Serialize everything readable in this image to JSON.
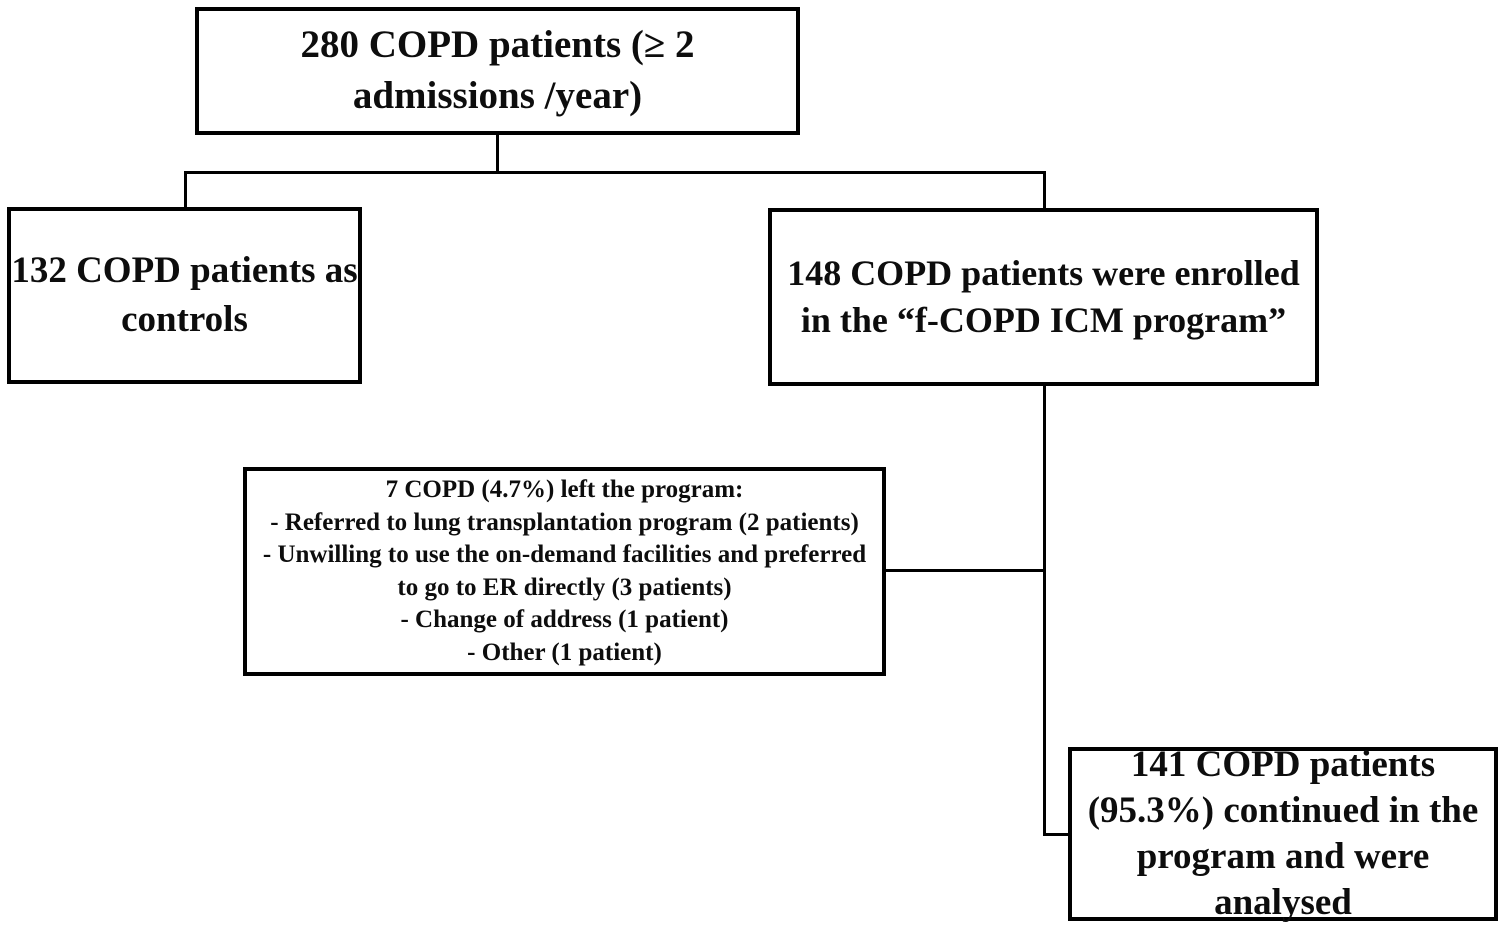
{
  "colors": {
    "background": "#ffffff",
    "border": "#000000",
    "text": "#0d0d0d"
  },
  "boxes": {
    "total": {
      "lines": [
        "280 COPD patients (≥ 2",
        "admissions /year)"
      ]
    },
    "controls": {
      "lines": [
        "132 COPD patients as",
        "controls"
      ]
    },
    "enrolled": {
      "lines": [
        "148 COPD patients were enrolled",
        "in the “f-COPD ICM program”"
      ]
    },
    "dropout": {
      "title": "7 COPD (4.7%) left the program:",
      "items": [
        "- Referred to lung transplantation program (2 patients)",
        "- Unwilling to use the on-demand facilities and preferred to go to ER directly (3 patients)",
        "- Change of address (1 patient)",
        "- Other (1 patient)"
      ]
    },
    "continued": {
      "lines": [
        "141 COPD patients",
        "(95.3%) continued in the",
        "program and were analysed"
      ]
    }
  }
}
